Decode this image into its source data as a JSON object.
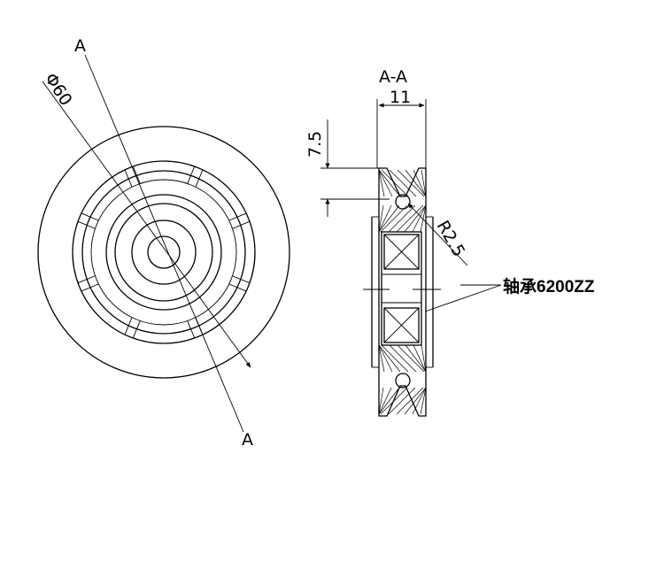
{
  "front_view": {
    "section_letter_top": "A",
    "section_letter_bottom": "A",
    "diameter_label": "Φ60"
  },
  "section_view": {
    "title": "A-A",
    "width_dim": "11",
    "depth_dim": "7.5",
    "radius_dim": "R2.5",
    "bearing_label": "轴承6200ZZ"
  }
}
